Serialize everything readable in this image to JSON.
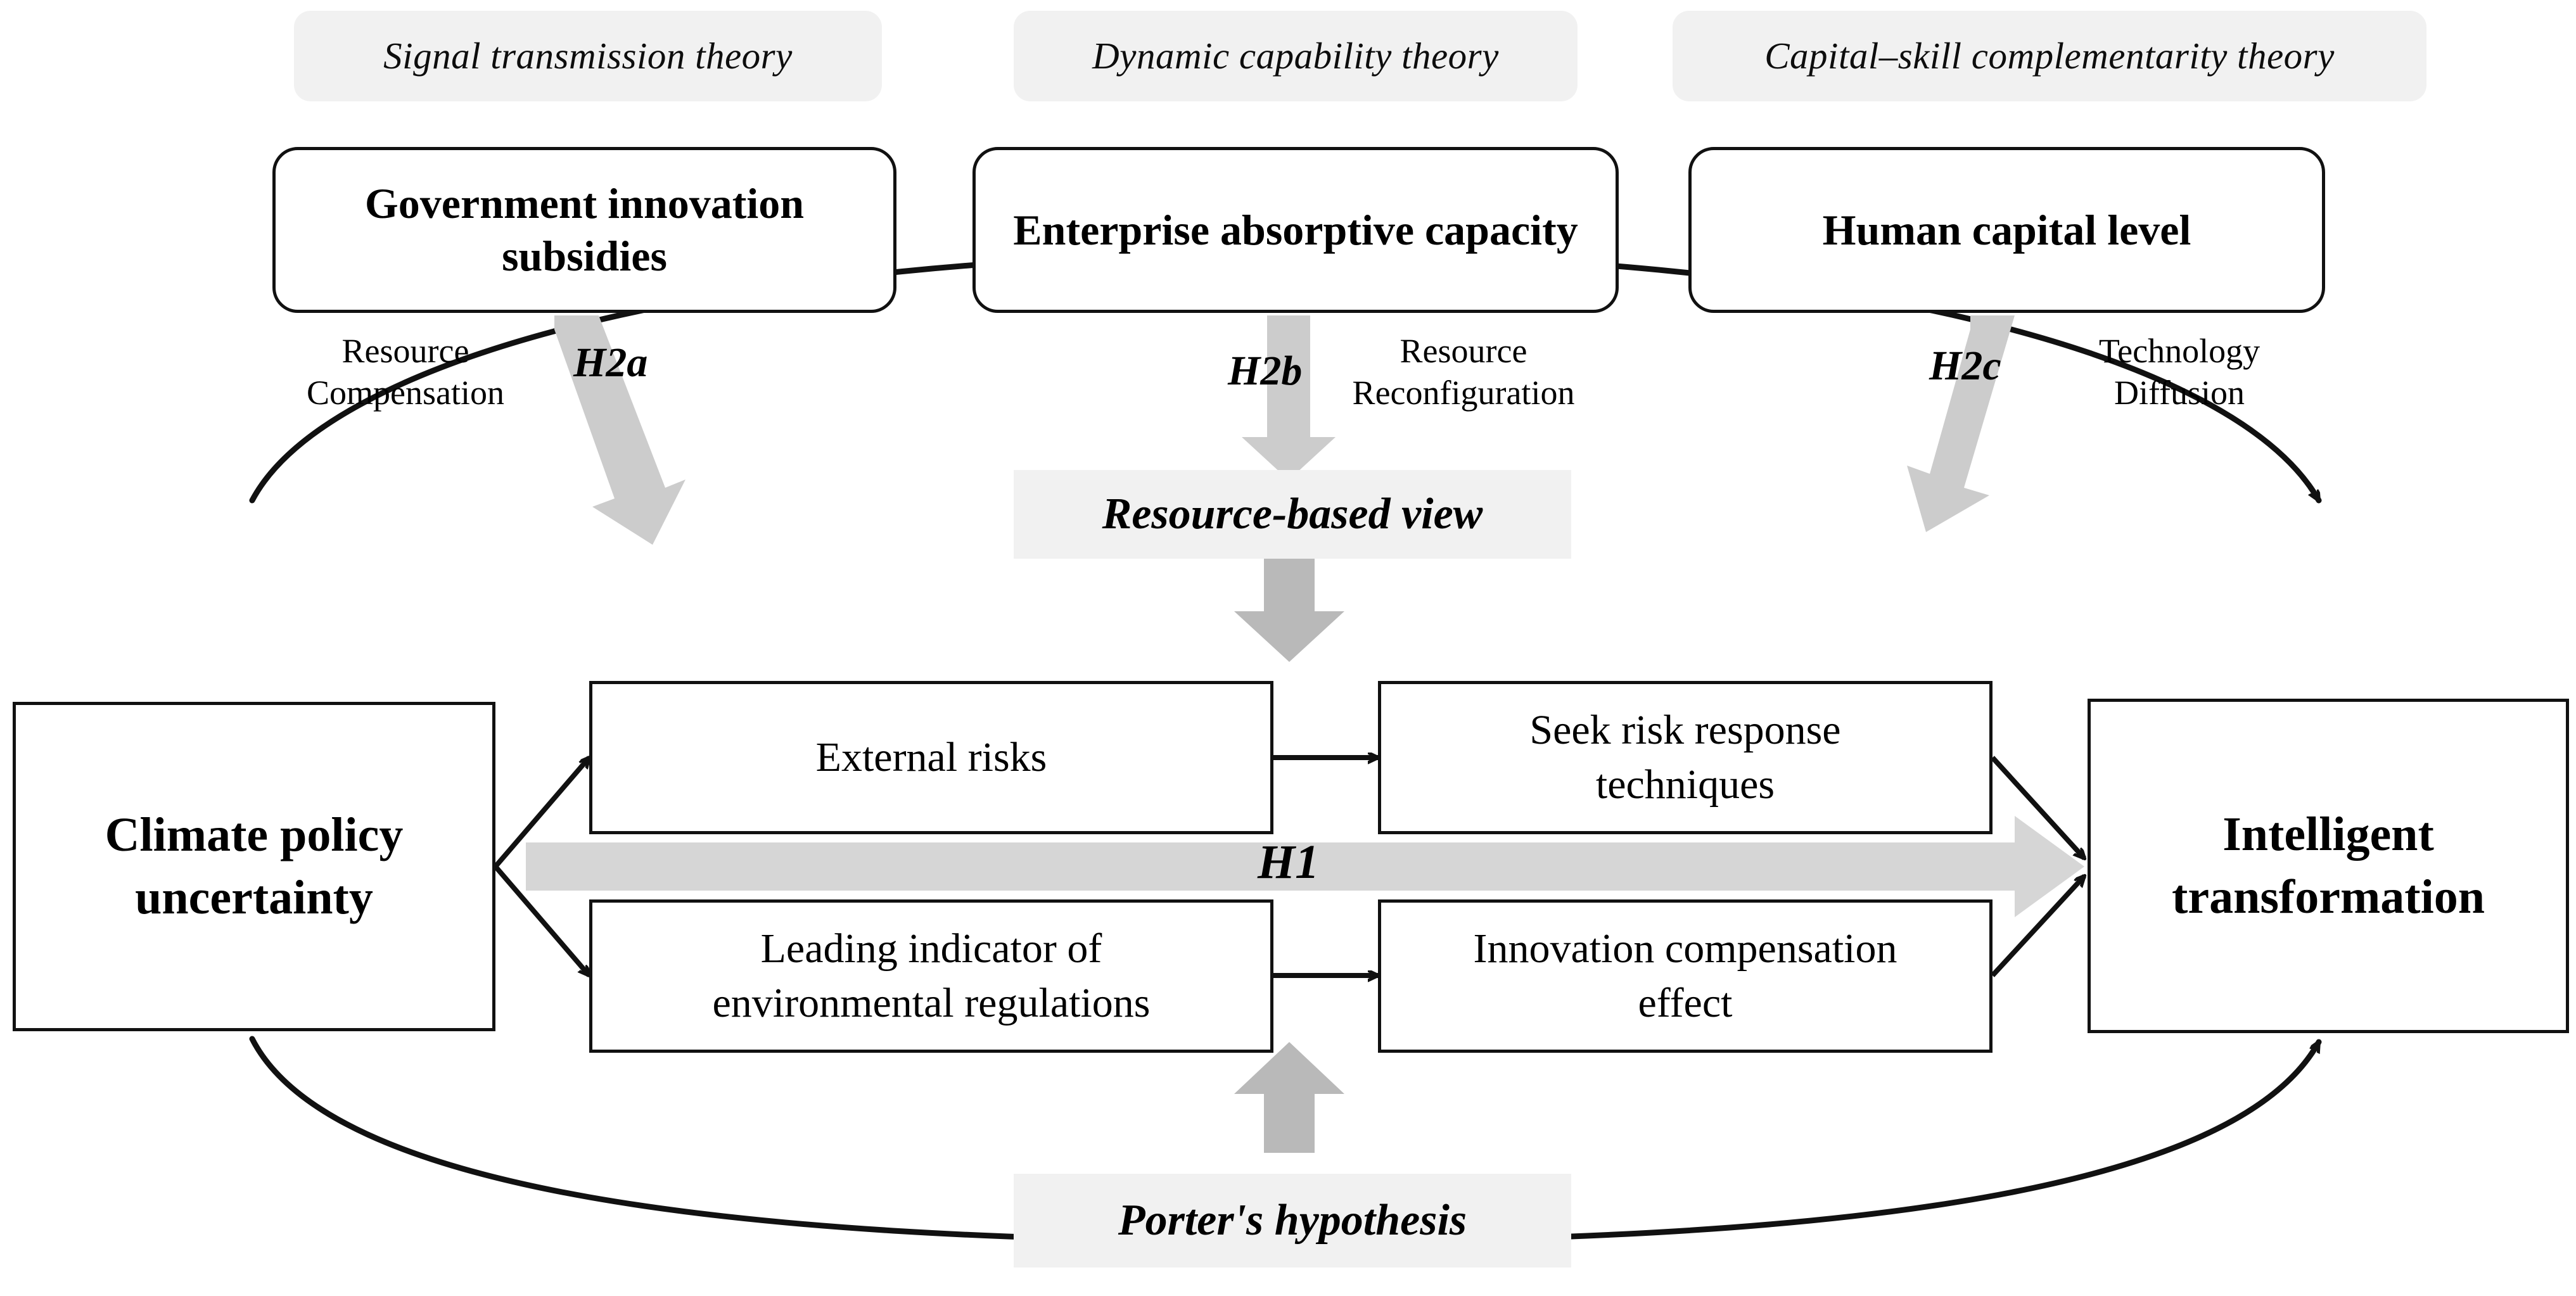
{
  "diagram": {
    "title": "Climate policy uncertainty and intelligent transformation conceptual framework",
    "colors": {
      "chip_gray": "#f1f1f1",
      "arrow_gray": "#c8c8c8",
      "line_black": "#111111",
      "background": "#ffffff"
    }
  },
  "theories": [
    {
      "id": "signal",
      "label": "Signal transmission theory"
    },
    {
      "id": "dynamic",
      "label": "Dynamic capability theory"
    },
    {
      "id": "capital",
      "label": "Capital–skill complementarity theory"
    }
  ],
  "moderators": [
    {
      "id": "subsidies",
      "label": "Government innovation subsidies",
      "mechanism": "Resource Compensation",
      "hypothesis": "H2a"
    },
    {
      "id": "absorptive",
      "label": "Enterprise absorptive capacity",
      "mechanism": "Resource Reconfiguration",
      "hypothesis": "H2b"
    },
    {
      "id": "human",
      "label": "Human capital level",
      "mechanism": "Technology Diffusion",
      "hypothesis": "H2c"
    }
  ],
  "mechanism_lines": {
    "subsidies": {
      "line1": "Resource",
      "line2": "Compensation"
    },
    "absorptive": {
      "line1": "Resource",
      "line2": "Reconfiguration"
    },
    "human": {
      "line1": "Technology",
      "line2": "Diffusion"
    }
  },
  "bands": {
    "resource_based_view": "Resource-based view",
    "porters_hypothesis": "Porter's hypothesis"
  },
  "core": {
    "antecedent": {
      "line1": "Climate policy",
      "line2": "uncertainty"
    },
    "outcome": {
      "line1": "Intelligent",
      "line2": "transformation"
    },
    "direct_hypothesis": "H1"
  },
  "mediators": {
    "top_left": "External risks",
    "top_right": {
      "line1": "Seek risk response",
      "line2": "techniques"
    },
    "bottom_left": {
      "line1": "Leading indicator of",
      "line2": "environmental regulations"
    },
    "bottom_right": {
      "line1": "Innovation compensation",
      "line2": "effect"
    }
  }
}
